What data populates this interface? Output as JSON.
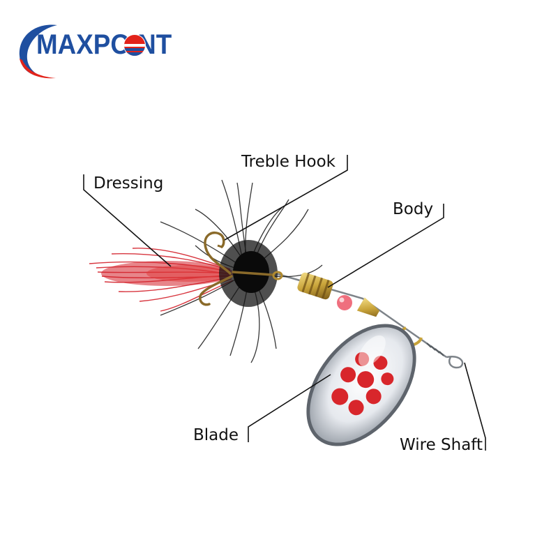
{
  "brand": {
    "name": "MAXPOINT",
    "color_primary": "#1f4fa0",
    "color_accent": "#e2231a"
  },
  "callouts": {
    "dressing": "Dressing",
    "treble_hook": "Treble Hook",
    "body": "Body",
    "blade": "Blade",
    "wire_shaft": "Wire Shaft"
  },
  "colors": {
    "feather_red": "#d3202a",
    "feather_black": "#141414",
    "brass": "#c9a43a",
    "bead": "#ef6f7e",
    "blade_silver": "#d9dde3",
    "blade_dots": "#d8262b"
  }
}
